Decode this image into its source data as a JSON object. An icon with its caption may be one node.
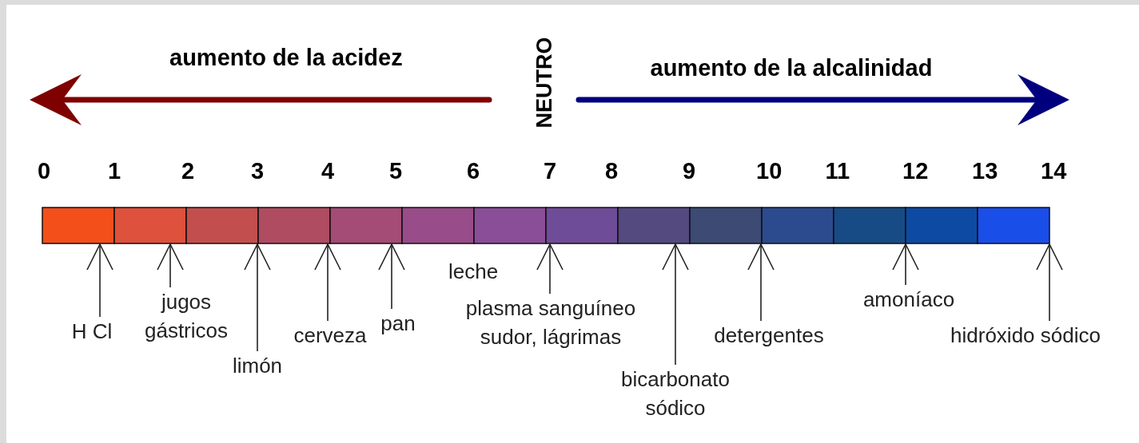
{
  "diagram": {
    "nodes": [
      {
        "text": [],
        "shape": "bar"
      },
      {
        "text": [
          "H Cl"
        ]
      },
      {
        "text": [
          "jugos gástricos"
        ]
      },
      {
        "text": [
          "limón"
        ]
      },
      {
        "text": [
          "cerveza"
        ]
      },
      {
        "text": [
          "pan"
        ]
      },
      {
        "text": [
          "plasma sanguíneo",
          "sudor, lágrimas"
        ]
      },
      {
        "text": [
          "bicarbonato sódico"
        ]
      },
      {
        "text": [
          "detergentes"
        ]
      },
      {
        "text": [
          "amoníaco"
        ]
      },
      {
        "text": [
          "hidróxido sódico"
        ]
      }
    ],
    "edges": [
      {
        "from": 1,
        "to": 0,
        "arrow": "to"
      },
      {
        "from": 2,
        "to": 0,
        "arrow": "to"
      },
      {
        "from": 3,
        "to": 0,
        "arrow": "to"
      },
      {
        "from": 4,
        "to": 0,
        "arrow": "to"
      },
      {
        "from": 5,
        "to": 0,
        "arrow": "to"
      },
      {
        "from": 6,
        "to": 0,
        "arrow": "to"
      },
      {
        "from": 7,
        "to": 0,
        "arrow": "to"
      },
      {
        "from": 8,
        "to": 0,
        "arrow": "to"
      },
      {
        "from": 9,
        "to": 0,
        "arrow": "to"
      },
      {
        "from": 10,
        "to": 0,
        "arrow": "to"
      }
    ],
    "labels": [
      "aumento de la acidez",
      "NEUTRO",
      "aumento de la alcalinidad",
      "0",
      "1",
      "2",
      "3",
      "4",
      "5",
      "6",
      "7",
      "8",
      "9",
      "10",
      "11",
      "12",
      "13",
      "14",
      "leche"
    ]
  }
}
